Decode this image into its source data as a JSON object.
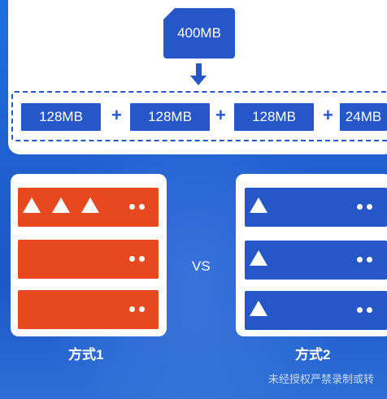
{
  "top": {
    "source_label": "400MB",
    "blocks": [
      "128MB",
      "128MB",
      "128MB",
      "24MB"
    ],
    "plus_sign": "+"
  },
  "comparison": {
    "left_caption": "方式1",
    "vs_label": "VS",
    "right_caption": "方式2"
  },
  "footer": {
    "notice": "未经授权严禁录制或转"
  },
  "colors": {
    "blue": "#2557c9",
    "red": "#e8481f",
    "white": "#ffffff"
  }
}
